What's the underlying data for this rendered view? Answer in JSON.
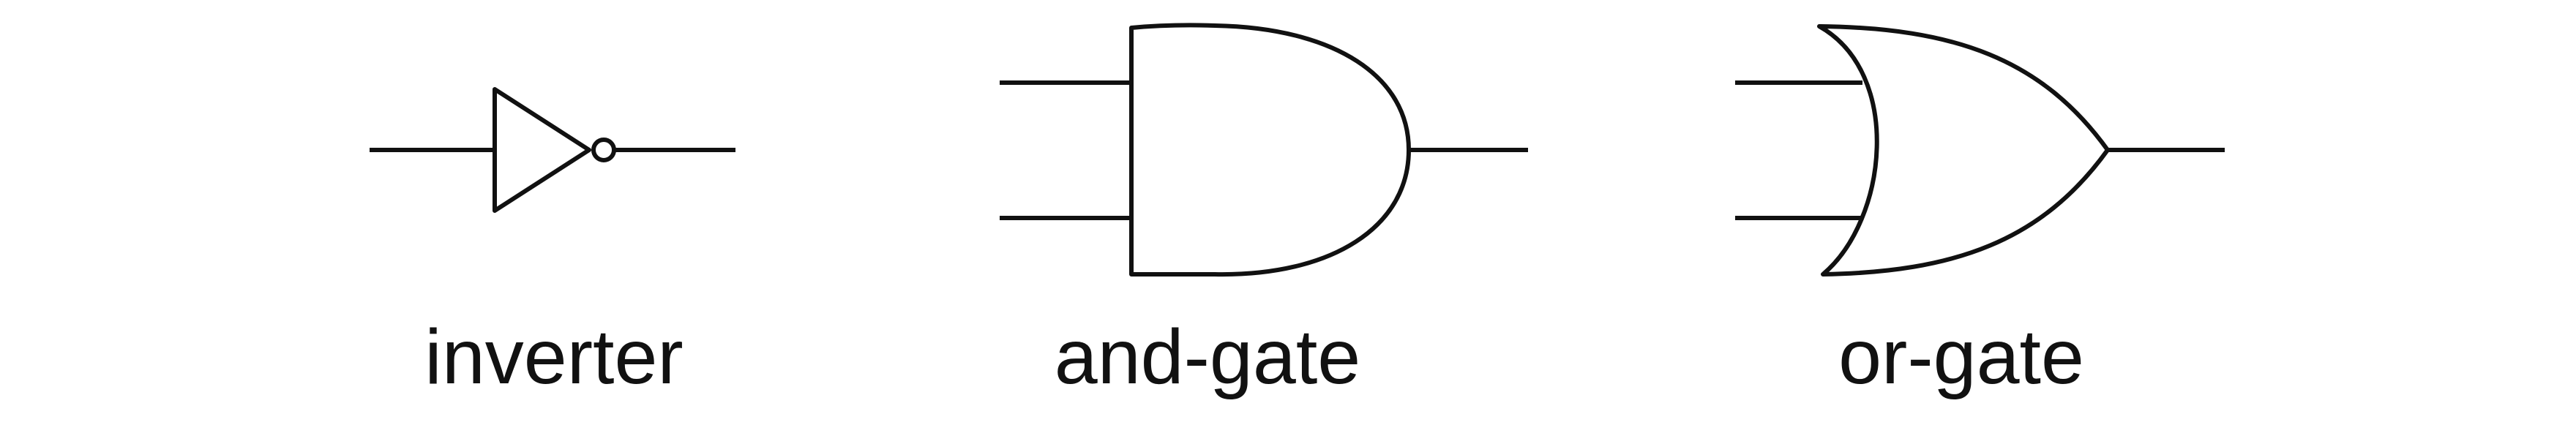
{
  "gates": [
    {
      "symbol": "inverter",
      "label": "inverter"
    },
    {
      "symbol": "and-gate",
      "label": "and-gate"
    },
    {
      "symbol": "or-gate",
      "label": "or-gate"
    }
  ]
}
